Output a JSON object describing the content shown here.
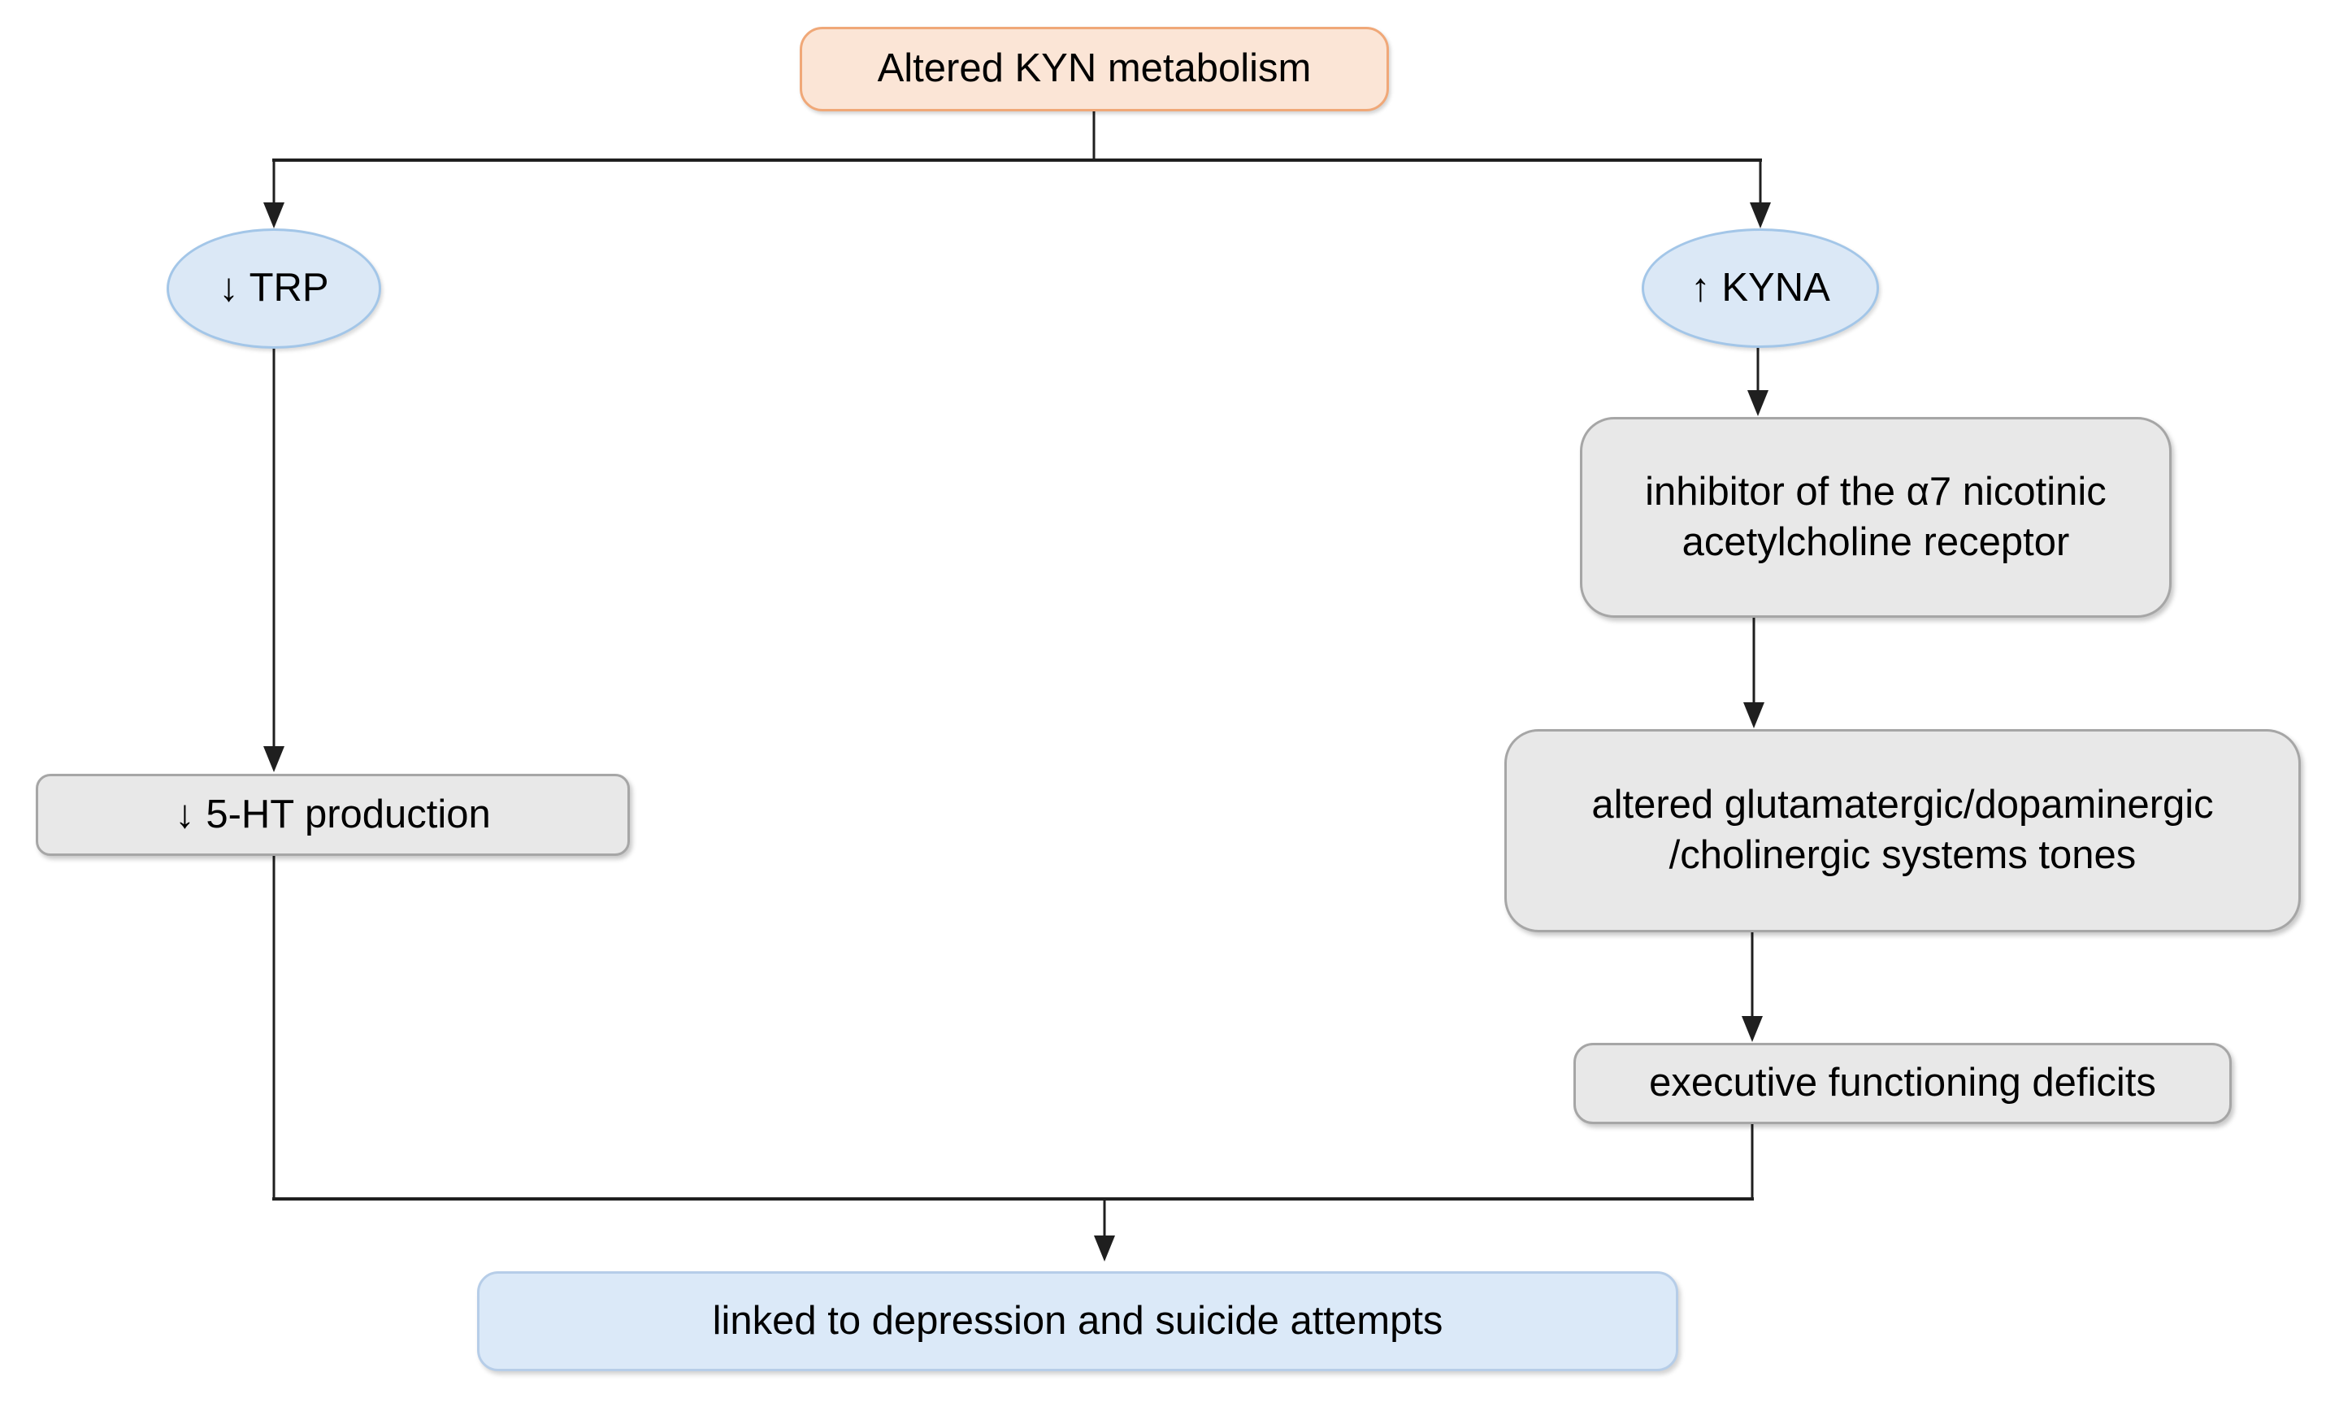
{
  "diagram": {
    "type": "flowchart",
    "nodes": {
      "root": {
        "label": "Altered KYN metabolism",
        "shape": "rounded-rect"
      },
      "trp": {
        "label": "↓ TRP",
        "shape": "ellipse"
      },
      "kyna": {
        "label": "↑ KYNA",
        "shape": "ellipse"
      },
      "serotonin": {
        "label": "↓ 5-HT production",
        "shape": "rounded-rect"
      },
      "inhibitor": {
        "label": "inhibitor of the α7 nicotinic\nacetylcholine receptor",
        "shape": "rounded-rect"
      },
      "systems": {
        "label": "altered glutamatergic/dopaminergic\n/cholinergic systems tones",
        "shape": "rounded-rect"
      },
      "executive": {
        "label": "executive functioning deficits",
        "shape": "rounded-rect"
      },
      "outcome": {
        "label": "linked to depression and suicide attempts",
        "shape": "rounded-rect"
      }
    },
    "edges": [
      {
        "from": "root",
        "to": "trp"
      },
      {
        "from": "root",
        "to": "kyna"
      },
      {
        "from": "trp",
        "to": "serotonin"
      },
      {
        "from": "kyna",
        "to": "inhibitor"
      },
      {
        "from": "inhibitor",
        "to": "systems"
      },
      {
        "from": "systems",
        "to": "executive"
      },
      {
        "from": "serotonin",
        "to": "outcome"
      },
      {
        "from": "executive",
        "to": "outcome"
      }
    ],
    "colors": {
      "root_fill": "#fbe5d6",
      "root_border": "#f0a878",
      "ellipse_fill": "#dbe8f6",
      "ellipse_border": "#a3c6e8",
      "gray_fill": "#e8e8e8",
      "gray_border": "#a6a6a6",
      "outcome_fill": "#dbe9f8",
      "outcome_border": "#b6cde8",
      "line_color": "#1f1f1f"
    }
  }
}
